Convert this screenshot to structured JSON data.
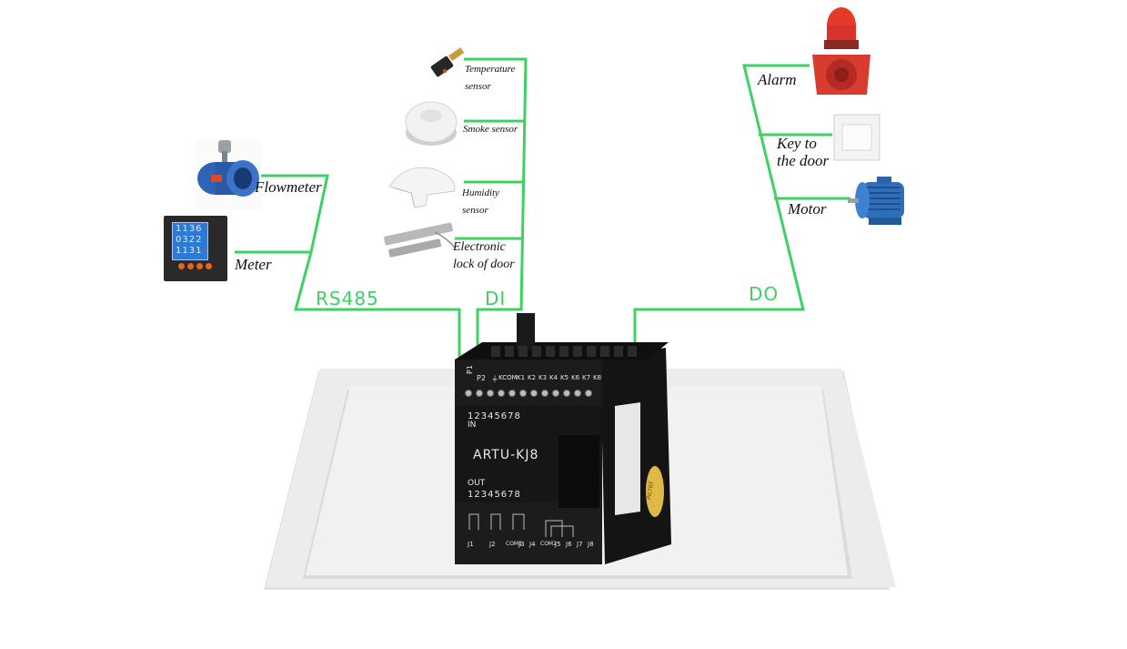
{
  "colors": {
    "wire": "#3dd164",
    "device_body": "#1e1e1e",
    "platform": "#ededed"
  },
  "buses": {
    "rs485": "RS485",
    "di": "DI",
    "do": "DO"
  },
  "inputs_rs485": [
    {
      "label": "Flowmeter",
      "icon": "flowmeter-icon"
    },
    {
      "label": "Meter",
      "icon": "power-meter-icon"
    }
  ],
  "inputs_di": [
    {
      "label_line1": "Temperature",
      "label_line2": "sensor",
      "icon": "temperature-sensor-icon"
    },
    {
      "label_line1": "Smoke sensor",
      "label_line2": "",
      "icon": "smoke-sensor-icon"
    },
    {
      "label_line1": "Humidity",
      "label_line2": "sensor",
      "icon": "humidity-sensor-icon"
    },
    {
      "label_line1": "Electronic",
      "label_line2": "lock of door",
      "icon": "door-lock-icon"
    }
  ],
  "outputs_do": [
    {
      "label_line1": "Alarm",
      "label_line2": "",
      "icon": "alarm-siren-icon"
    },
    {
      "label_line1": "Key to",
      "label_line2": "the door",
      "icon": "door-exit-button-icon"
    },
    {
      "label_line1": "Motor",
      "label_line2": "",
      "icon": "motor-icon"
    }
  ],
  "device": {
    "model": "ARTU-KJ8",
    "in_label": "IN",
    "out_label": "OUT",
    "channel_numbers": "12345678",
    "top_terminals": [
      "P1",
      "P2",
      "⏚",
      "KCOM",
      "K1",
      "K2",
      "K3",
      "K4",
      "K5",
      "K6",
      "K7",
      "K8"
    ],
    "bottom_terminals": [
      "J1",
      "J2",
      "COM1",
      "J3",
      "J4",
      "COM2",
      "J5",
      "J6",
      "J7",
      "J8"
    ],
    "brand": "Acrel"
  },
  "flowmeter_display": {
    "line1": "1136",
    "line2": "0322",
    "line3": "1131"
  }
}
